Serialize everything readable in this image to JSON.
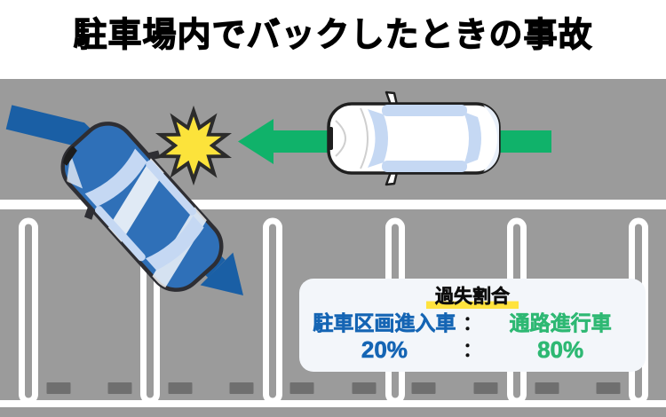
{
  "title": "駐車場内でバックしたときの事故",
  "fault_box": {
    "heading": "過失割合",
    "separator": "：",
    "left": {
      "label": "駐車区画進入車",
      "value": "20%"
    },
    "right": {
      "label": "通路進行車",
      "value": "80%"
    }
  },
  "icons": {
    "collision": "starburst-collision-icon",
    "reversing_path": "blue-reverse-trajectory-arrow",
    "aisle_direction": "green-aisle-direction-arrow"
  },
  "colors": {
    "background": "#ffffff",
    "asphalt": "#9b9b9b",
    "lane_marking": "#ffffff",
    "wheel_stop": "#6f6f6f",
    "reversing_arrow": "#1a5fa5",
    "aisle_arrow": "#10b26a",
    "collision_star_fill": "#fce33b",
    "collision_star_stroke": "#2b2b2b",
    "reversing_car_body": "#2f70b8",
    "car_window": "#c5d8f3",
    "aisle_car_body": "#ffffff",
    "panel_bg": "#f3f6fa",
    "fault_left_text": "#1565b4",
    "fault_right_text": "#2eb873",
    "heading_highlight": "#ffe33e",
    "title_text": "#000000"
  }
}
